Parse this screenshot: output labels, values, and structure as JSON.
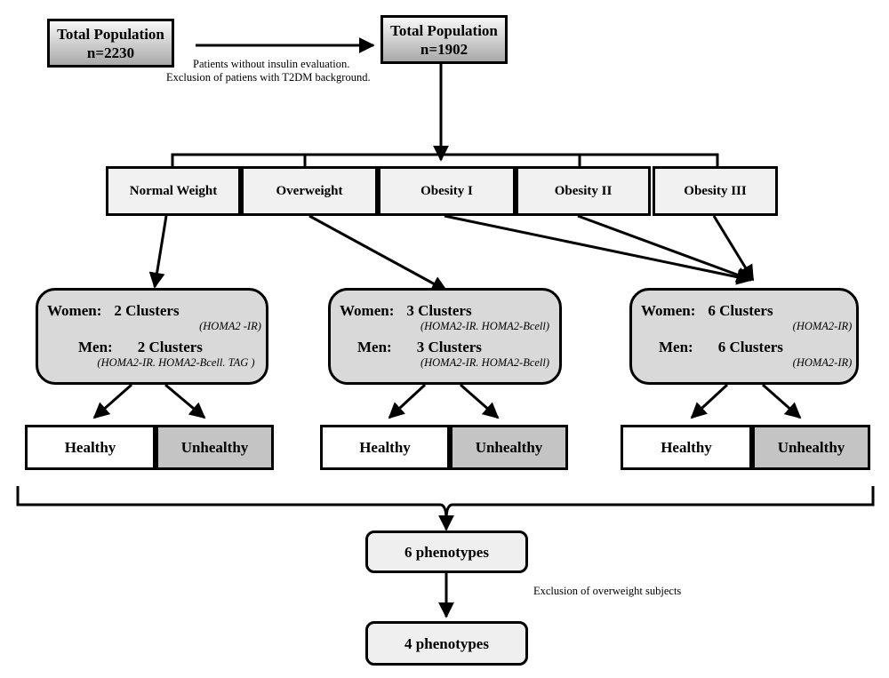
{
  "top": {
    "initial_title": "Total Population",
    "initial_n": "n=2230",
    "final_title": "Total Population",
    "final_n": "n=1902",
    "exclusion_note_1": "Patients without insulin evaluation.",
    "exclusion_note_2": "Exclusion of patiens with T2DM background."
  },
  "categories": [
    "Normal Weight",
    "Overweight",
    "Obesity I",
    "Obesity II",
    "Obesity III"
  ],
  "clusters": [
    {
      "women_label": "Women:",
      "women_value": "2 Clusters",
      "women_note": "(HOMA2 -IR)",
      "men_label": "Men:",
      "men_value": "2 Clusters",
      "men_note": "(HOMA2-IR. HOMA2-Bcell. TAG )"
    },
    {
      "women_label": "Women:",
      "women_value": "3 Clusters",
      "women_note": "(HOMA2-IR. HOMA2-Bcell)",
      "men_label": "Men:",
      "men_value": "3 Clusters",
      "men_note": "(HOMA2-IR. HOMA2-Bcell)"
    },
    {
      "women_label": "Women:",
      "women_value": "6 Clusters",
      "women_note": "(HOMA2-IR)",
      "men_label": "Men:",
      "men_value": "6 Clusters",
      "men_note": "(HOMA2-IR)"
    }
  ],
  "outcomes": {
    "healthy": "Healthy",
    "unhealthy": "Unhealthy"
  },
  "phenotypes": {
    "first": "6 phenotypes",
    "exclusion_note": "Exclusion of overweight subjects",
    "second": "4 phenotypes"
  },
  "colors": {
    "gradient_box": "#a9a9a9",
    "category_box": "#f1f1f1",
    "cluster_box": "#d9d9d9",
    "unhealthy_box": "#c4c4c4",
    "phenotype_box": "#efefef"
  }
}
